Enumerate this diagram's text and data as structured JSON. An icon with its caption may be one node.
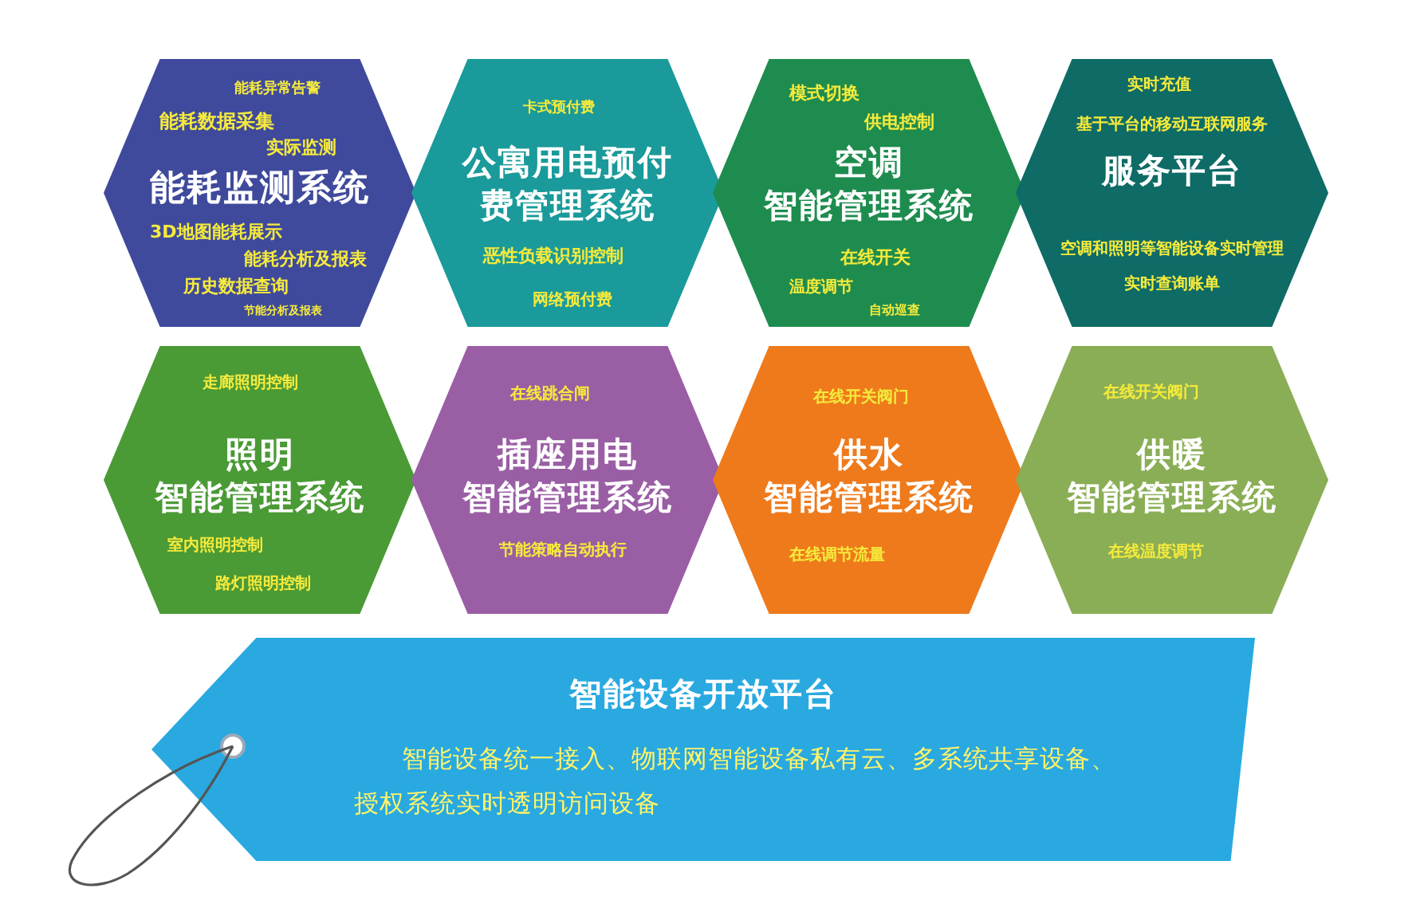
{
  "diagram": {
    "nodes": [
      {
        "text": [
          "能耗异常告警",
          "能耗数据采集",
          "实际监测",
          "能耗监测系统",
          "3D地图能耗展示",
          "能耗分析及报表",
          "历史数据查询",
          "节能分析及报表"
        ]
      },
      {
        "text": [
          "卡式预付费",
          "公寓用电预付费管理系统",
          "恶性负载识别控制",
          "网络预付费"
        ]
      },
      {
        "text": [
          "模式切换",
          "供电控制",
          "空调智能管理系统",
          "在线开关",
          "温度调节",
          "自动巡查"
        ]
      },
      {
        "text": [
          "实时充值",
          "基于平台的移动互联网服务",
          "服务平台",
          "空调和照明等智能设备实时管理",
          "实时查询账单"
        ]
      },
      {
        "text": [
          "走廊照明控制",
          "照明智能管理系统",
          "室内照明控制",
          "路灯照明控制"
        ]
      },
      {
        "text": [
          "在线跳合闸",
          "插座用电智能管理系统",
          "节能策略自动执行"
        ]
      },
      {
        "text": [
          "在线开关阀门",
          "供水智能管理系统",
          "在线调节流量"
        ]
      },
      {
        "text": [
          "在线开关阀门",
          "供暖智能管理系统",
          "在线温度调节"
        ]
      },
      {
        "text": [
          "智能设备开放平台",
          "智能设备统一接入、物联网智能设备私有云、多系统共享设备、授权系统实时透明访问设备"
        ]
      }
    ]
  }
}
